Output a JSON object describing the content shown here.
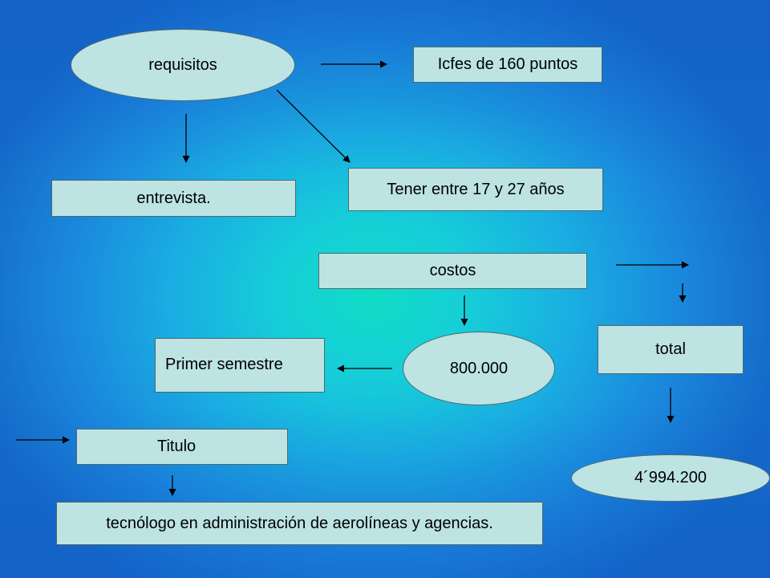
{
  "diagram": {
    "nodes": {
      "requisitos": "requisitos",
      "icfes": "Icfes de 160 puntos",
      "edad": "Tener entre 17 y 27 años",
      "entrevista": "entrevista.",
      "costos": "costos",
      "valor_semestre": "800.000",
      "primer_semestre": "Primer semestre",
      "total": "total",
      "valor_total": "4´994.200",
      "titulo": "Titulo",
      "titulo_detalle": "tecnólogo en administración de aerolíneas y agencias."
    },
    "colors": {
      "node_fill": "#bde3e3",
      "node_border": "#4a6a6a",
      "arrow": "#000000"
    }
  }
}
